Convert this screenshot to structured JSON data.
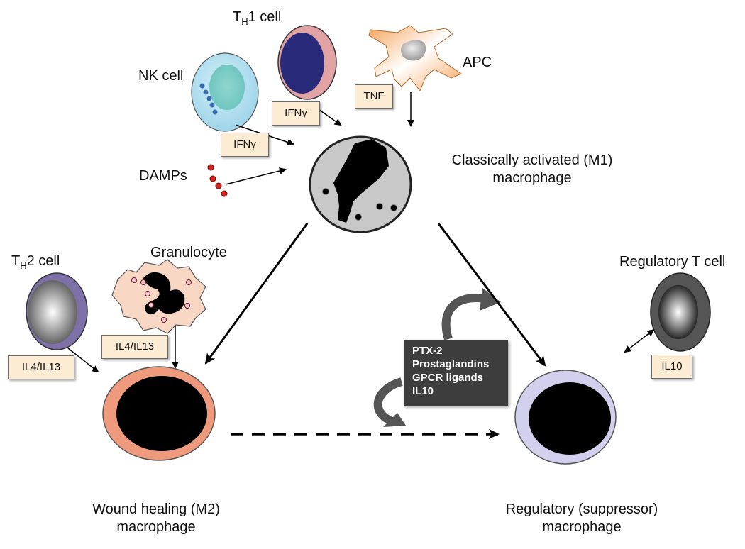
{
  "cells": {
    "th1": {
      "label_main": "T",
      "label_sub": "H",
      "label_rest": "1 cell"
    },
    "nk": {
      "label": "NK cell"
    },
    "apc": {
      "label": "APC"
    },
    "damps": {
      "label": "DAMPs"
    },
    "m1": {
      "label_line1": "Classically activated (M1)",
      "label_line2": "macrophage"
    },
    "th2": {
      "label_main": "T",
      "label_sub": "H",
      "label_rest": "2 cell"
    },
    "granulocyte": {
      "label": "Granulocyte"
    },
    "treg": {
      "label": "Regulatory T cell"
    },
    "m2": {
      "label_line1": "Wound healing (M2)",
      "label_line2": "macrophage"
    },
    "regulatory_macrophage": {
      "label_line1": "Regulatory (suppressor)",
      "label_line2": "macrophage"
    }
  },
  "cytokines": {
    "th1_ifn": "IFNγ",
    "nk_ifn": "IFNγ",
    "apc_tnf": "TNF",
    "th2_il": "IL4/IL13",
    "gran_il": "IL4/IL13",
    "treg_il": "IL10"
  },
  "mediators": [
    "PTX-2",
    "Prostaglandins",
    "GPCR ligands",
    "IL10"
  ],
  "colors": {
    "nk_fill": "#aadcef",
    "th1_outer": "#e2a3a5",
    "th1_inner": "#2a2a7a",
    "apc_edge": "#f09a4f",
    "m1_fill": "#c8c8c8",
    "m2_ring": "#ef9a7d",
    "reg_ring": "#d2d0ec",
    "th2_ring": "#7e70a8",
    "treg_ring": "#555555",
    "granulocyte_fill": "#f8d7c4",
    "cytokine_box": "#fcecd3",
    "mediator_box": "#3d3d3d",
    "damp_dots": "#d4261e"
  }
}
